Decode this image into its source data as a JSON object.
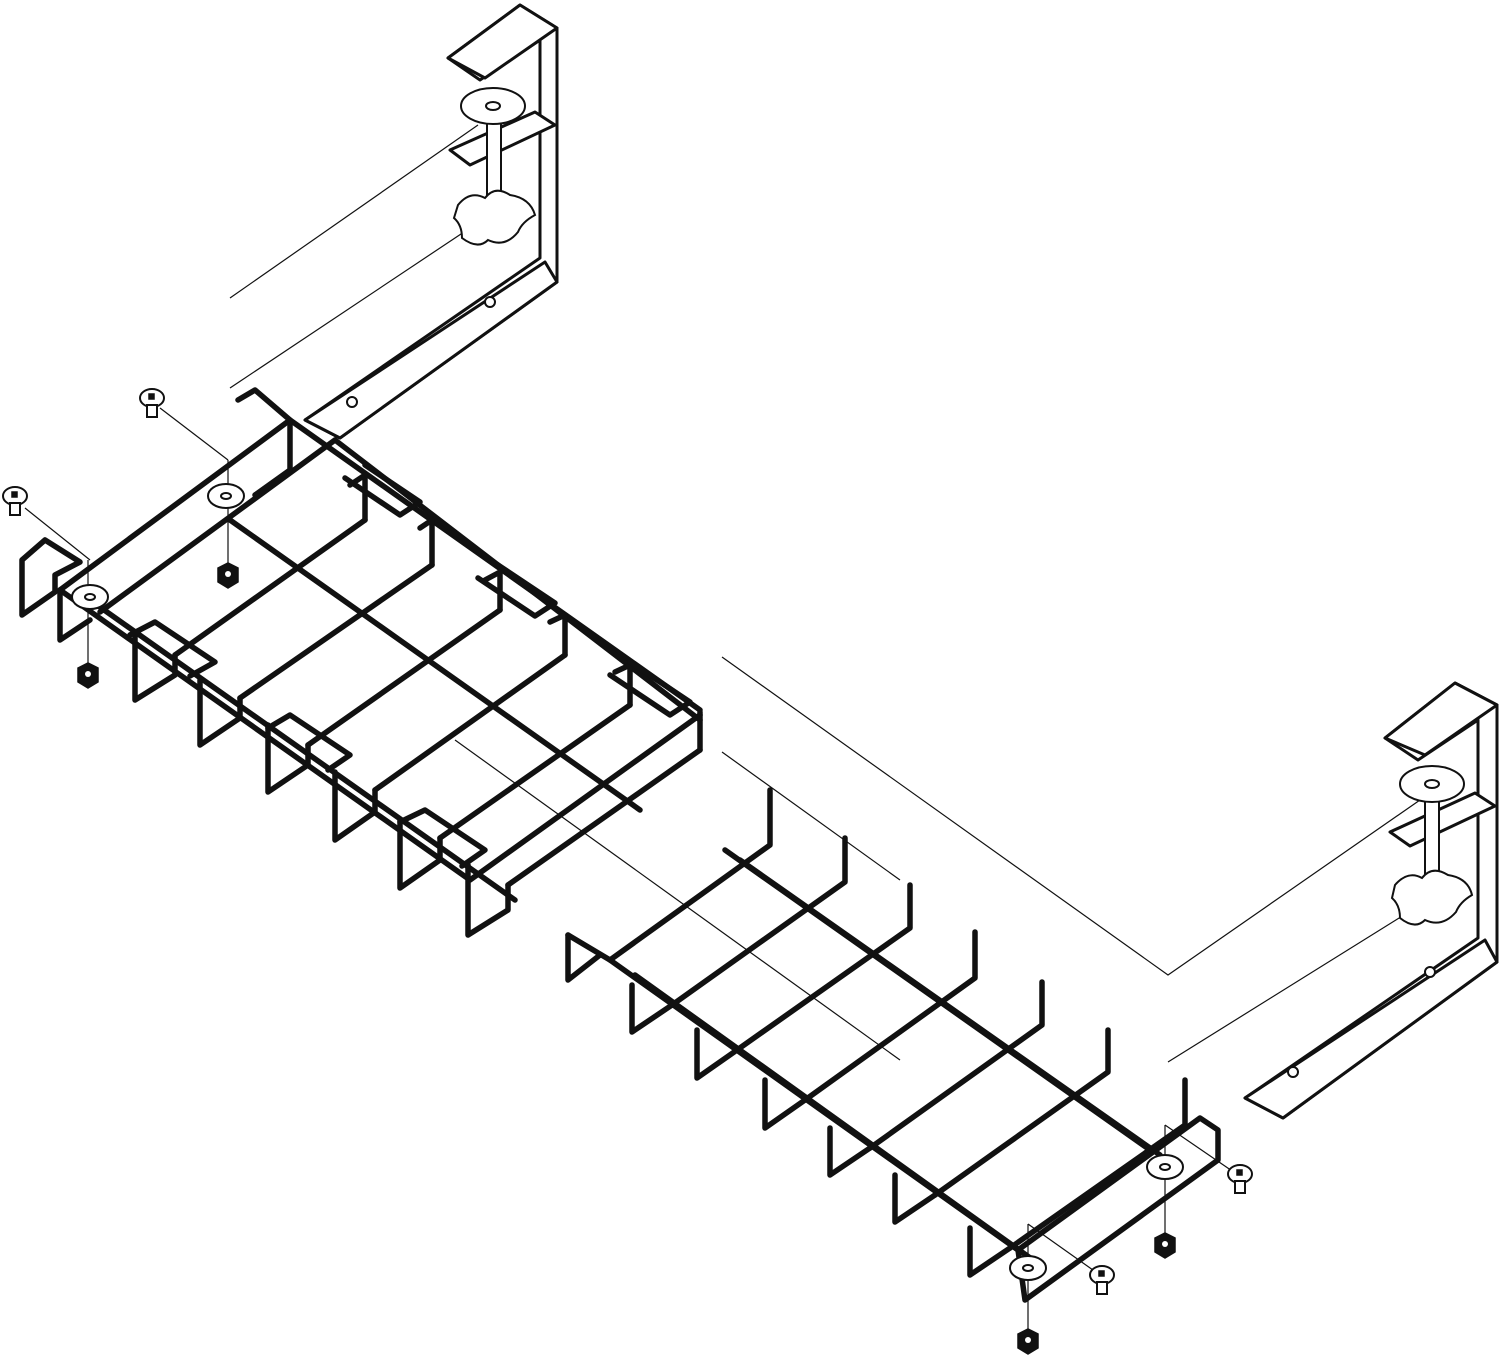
{
  "figure": {
    "style": "black-and-white line drawing, exploded view",
    "stroke_color": "#111111",
    "background_color": "#ffffff"
  },
  "parts": {
    "clamp_brackets": 2,
    "wire_baskets": 2,
    "screws": 4,
    "nuts": 4,
    "knobs": 2
  }
}
